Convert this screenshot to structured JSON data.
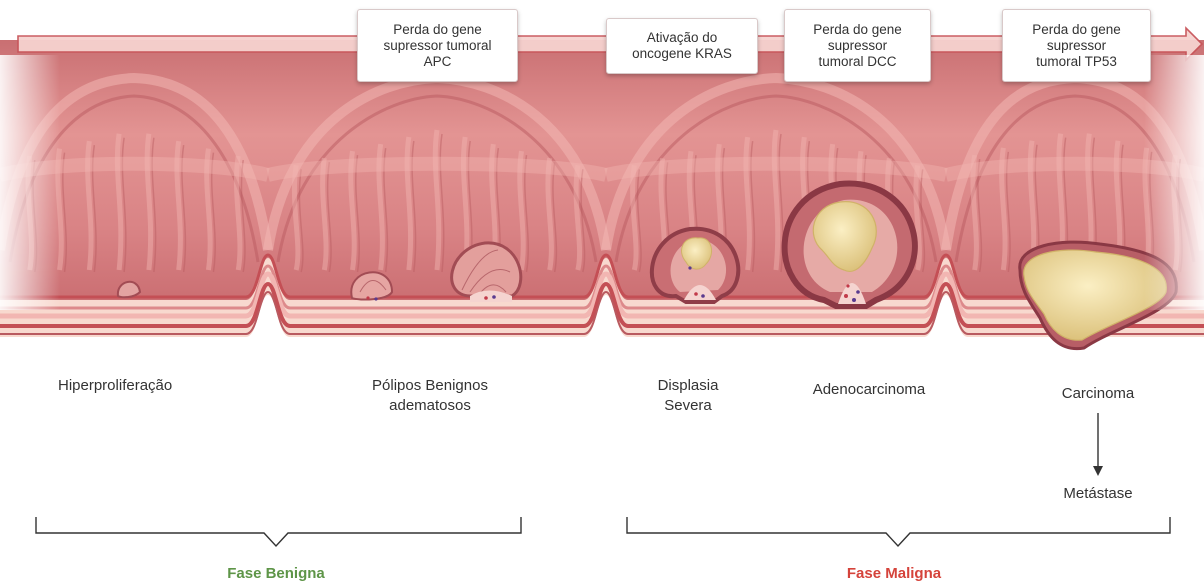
{
  "colors": {
    "tissue_base": "#dd8a8b",
    "tissue_light": "#f2b6b2",
    "tissue_dark": "#b95a60",
    "submucosa": "#f8d9cf",
    "outer_band": "#c44f55",
    "tumor": "#f1dfa3",
    "tumor_shadow": "#d8bd74",
    "arrow_fill": "#f6d2cf",
    "arrow_stroke": "#c8555a",
    "benign_green": "#5e9548",
    "malignant_red": "#d5433b",
    "bracket": "#333333"
  },
  "gene_events": [
    {
      "text": "Perda do gene\nsupressor tumoral\nAPC"
    },
    {
      "text": "Ativação do\noncogene KRAS"
    },
    {
      "text": "Perda do gene\nsupressor\ntumoral DCC"
    },
    {
      "text": "Perda do gene\nsupressor\ntumoral TP53"
    }
  ],
  "stages": [
    {
      "text": "Hiperproliferação"
    },
    {
      "text": "Pólipos Benignos\nadematosos"
    },
    {
      "text": "Displasia\nSevera"
    },
    {
      "text": "Adenocarcinoma"
    },
    {
      "text": "Carcinoma"
    },
    {
      "text": "Metástase"
    }
  ],
  "phases": {
    "benign": "Fase Benigna",
    "malignant": "Fase Maligna"
  }
}
